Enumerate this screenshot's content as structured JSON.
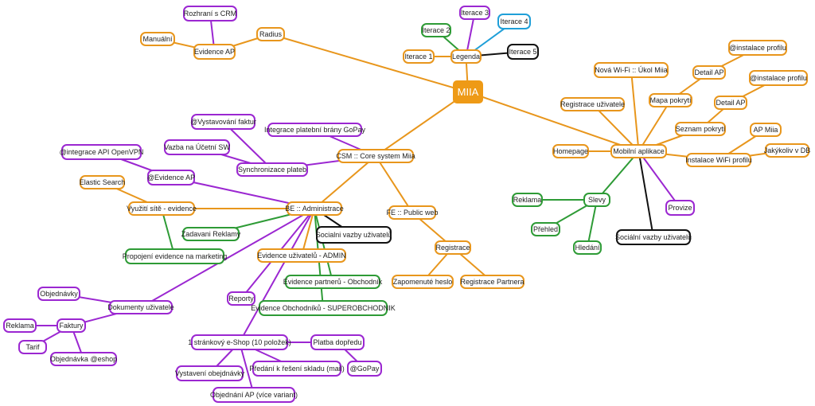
{
  "colors": {
    "orange": "#e8961c",
    "purple": "#9b27d1",
    "green": "#2e9b36",
    "blue": "#1f9fd8",
    "black": "#111111",
    "root_fill": "#ee9a16"
  },
  "root": {
    "id": "miia",
    "label": "MIIA"
  },
  "nodes": [
    {
      "id": "legenda",
      "label": "Legenda",
      "color": "orange"
    },
    {
      "id": "iterace1",
      "label": "Iterace 1",
      "color": "orange"
    },
    {
      "id": "iterace2",
      "label": "Iterace 2",
      "color": "green"
    },
    {
      "id": "iterace3",
      "label": "Iterace 3",
      "color": "purple"
    },
    {
      "id": "iterace4",
      "label": "Iterace 4",
      "color": "blue"
    },
    {
      "id": "iterace5",
      "label": "Iterace 5",
      "color": "black"
    },
    {
      "id": "radius",
      "label": "Radius",
      "color": "orange"
    },
    {
      "id": "evidence_ap_top",
      "label": "Evidence AP",
      "color": "orange"
    },
    {
      "id": "manualni",
      "label": "Manuální",
      "color": "orange"
    },
    {
      "id": "rozhrani_crm",
      "label": "Rozhraní s CRM",
      "color": "purple"
    },
    {
      "id": "csm",
      "label": "CSM :: Core system Miia",
      "color": "orange"
    },
    {
      "id": "integrace_gopay",
      "label": "Integrace platební brány GoPay",
      "color": "purple"
    },
    {
      "id": "synchronizace",
      "label": "Synchronizace  plateb",
      "color": "purple"
    },
    {
      "id": "vystavovani",
      "label": "@Vystavování faktur",
      "color": "purple"
    },
    {
      "id": "vazba_ucetni",
      "label": "Vazba na Účetní SW",
      "color": "purple"
    },
    {
      "id": "fe_public",
      "label": "FE :: Public web",
      "color": "orange"
    },
    {
      "id": "registrace_fe",
      "label": "Registrace",
      "color": "orange"
    },
    {
      "id": "zapomenute",
      "label": "Zapomenuté heslo",
      "color": "orange"
    },
    {
      "id": "registrace_partnera",
      "label": "Registrace Partnera",
      "color": "orange"
    },
    {
      "id": "be_admin",
      "label": "BE :: Administrace",
      "color": "orange"
    },
    {
      "id": "evidence_ap_be",
      "label": "@Evidence AP",
      "color": "purple"
    },
    {
      "id": "integrace_openvpn",
      "label": "@integrace  API OpenVPN",
      "color": "purple"
    },
    {
      "id": "vyuziti_siti",
      "label": "Využití sítě - evidence",
      "color": "orange"
    },
    {
      "id": "elastic",
      "label": "Elastic Search",
      "color": "orange"
    },
    {
      "id": "zadavani_reklamy",
      "label": "Zadavani Reklamy",
      "color": "green"
    },
    {
      "id": "propojeni",
      "label": "Propojení evidence na marketing",
      "color": "green"
    },
    {
      "id": "socialni_be",
      "label": "Socialni vazby uživatelů",
      "color": "black"
    },
    {
      "id": "evidence_uzivatelu",
      "label": "Evidence uživatelů - ADMIN",
      "color": "orange"
    },
    {
      "id": "evidence_partneru",
      "label": "Evidence partnerů - Obchodník",
      "color": "green"
    },
    {
      "id": "evidence_obchodniku",
      "label": "Evidence Obchodníků - SUPEROBCHODNIK",
      "color": "green"
    },
    {
      "id": "reporty",
      "label": "Reporty",
      "color": "purple"
    },
    {
      "id": "dokumenty",
      "label": "Dokumenty uživatele",
      "color": "purple"
    },
    {
      "id": "objednavky",
      "label": "Objednávky",
      "color": "purple"
    },
    {
      "id": "faktury",
      "label": "Faktury",
      "color": "purple"
    },
    {
      "id": "reklama_left",
      "label": "Reklama",
      "color": "purple"
    },
    {
      "id": "tarif",
      "label": "Tarif",
      "color": "purple"
    },
    {
      "id": "objednavka_eshop",
      "label": "Objednávka @eshop",
      "color": "purple"
    },
    {
      "id": "eshop",
      "label": "1 stránkový e-Shop (10 položek)",
      "color": "purple"
    },
    {
      "id": "platba_dopredu",
      "label": "Platba dopředu",
      "color": "purple"
    },
    {
      "id": "gopay_small",
      "label": "@GoPay",
      "color": "purple"
    },
    {
      "id": "predani",
      "label": "Předání k řešení skladu (mail)",
      "color": "purple"
    },
    {
      "id": "vystaveni_obj",
      "label": "Vystavení obejdnávky",
      "color": "purple"
    },
    {
      "id": "objednani_ap",
      "label": "Objednání AP (více variant)",
      "color": "purple"
    },
    {
      "id": "mobilni",
      "label": "Mobilní aplikace",
      "color": "orange"
    },
    {
      "id": "nova_wifi",
      "label": "Nová Wi-Fi  :: Úkol Miia",
      "color": "orange"
    },
    {
      "id": "registrace_uziv",
      "label": "Registrace uživatele",
      "color": "orange"
    },
    {
      "id": "mapa_pokryti",
      "label": "Mapa pokrytí",
      "color": "orange"
    },
    {
      "id": "detail_ap1",
      "label": "Detail AP",
      "color": "orange"
    },
    {
      "id": "instalace_profilu1",
      "label": "@instalace profilu",
      "color": "orange"
    },
    {
      "id": "seznam_pokryti",
      "label": "Seznam pokrytí",
      "color": "orange"
    },
    {
      "id": "detail_ap2",
      "label": "Detail AP",
      "color": "orange"
    },
    {
      "id": "instalace_profilu2",
      "label": "@instalace profilu",
      "color": "orange"
    },
    {
      "id": "homepage",
      "label": "Homepage",
      "color": "orange"
    },
    {
      "id": "instalace_wifi",
      "label": "Instalace WiFi profilu",
      "color": "orange"
    },
    {
      "id": "ap_miia",
      "label": "AP Miia",
      "color": "orange"
    },
    {
      "id": "jakykoliv",
      "label": "Jakýkoliv v DB",
      "color": "orange"
    },
    {
      "id": "slevy",
      "label": "Slevy",
      "color": "green"
    },
    {
      "id": "reklama_right",
      "label": "Reklama",
      "color": "green"
    },
    {
      "id": "prehled",
      "label": "Přehled",
      "color": "green"
    },
    {
      "id": "hledani",
      "label": "Hledání",
      "color": "green"
    },
    {
      "id": "provize",
      "label": "Provize",
      "color": "purple"
    },
    {
      "id": "socialni_mobil",
      "label": "Sociální vazby uživatelů",
      "color": "black"
    }
  ],
  "edges": [
    [
      "miia",
      "legenda",
      "orange"
    ],
    [
      "legenda",
      "iterace1",
      "orange"
    ],
    [
      "legenda",
      "iterace2",
      "green"
    ],
    [
      "legenda",
      "iterace3",
      "purple"
    ],
    [
      "legenda",
      "iterace4",
      "blue"
    ],
    [
      "legenda",
      "iterace5",
      "black"
    ],
    [
      "miia",
      "radius",
      "orange"
    ],
    [
      "radius",
      "evidence_ap_top",
      "orange"
    ],
    [
      "evidence_ap_top",
      "manualni",
      "orange"
    ],
    [
      "evidence_ap_top",
      "rozhrani_crm",
      "purple"
    ],
    [
      "miia",
      "csm",
      "orange"
    ],
    [
      "csm",
      "integrace_gopay",
      "purple"
    ],
    [
      "csm",
      "synchronizace",
      "purple"
    ],
    [
      "synchronizace",
      "vystavovani",
      "purple"
    ],
    [
      "synchronizace",
      "vazba_ucetni",
      "purple"
    ],
    [
      "csm",
      "fe_public",
      "orange"
    ],
    [
      "fe_public",
      "registrace_fe",
      "orange"
    ],
    [
      "registrace_fe",
      "zapomenute",
      "orange"
    ],
    [
      "registrace_fe",
      "registrace_partnera",
      "orange"
    ],
    [
      "csm",
      "be_admin",
      "orange"
    ],
    [
      "be_admin",
      "evidence_ap_be",
      "purple"
    ],
    [
      "evidence_ap_be",
      "integrace_openvpn",
      "purple"
    ],
    [
      "be_admin",
      "vyuziti_siti",
      "orange"
    ],
    [
      "vyuziti_siti",
      "elastic",
      "orange"
    ],
    [
      "vyuziti_siti",
      "propojeni",
      "green"
    ],
    [
      "be_admin",
      "zadavani_reklamy",
      "green"
    ],
    [
      "be_admin",
      "socialni_be",
      "black"
    ],
    [
      "be_admin",
      "evidence_uzivatelu",
      "orange"
    ],
    [
      "be_admin",
      "evidence_partneru",
      "green"
    ],
    [
      "be_admin",
      "evidence_obchodniku",
      "green"
    ],
    [
      "be_admin",
      "reporty",
      "purple"
    ],
    [
      "be_admin",
      "dokumenty",
      "purple"
    ],
    [
      "be_admin",
      "eshop",
      "purple"
    ],
    [
      "dokumenty",
      "objednavky",
      "purple"
    ],
    [
      "dokumenty",
      "faktury",
      "purple"
    ],
    [
      "faktury",
      "reklama_left",
      "purple"
    ],
    [
      "faktury",
      "tarif",
      "purple"
    ],
    [
      "faktury",
      "objednavka_eshop",
      "purple"
    ],
    [
      "eshop",
      "platba_dopredu",
      "purple"
    ],
    [
      "platba_dopredu",
      "gopay_small",
      "purple"
    ],
    [
      "eshop",
      "predani",
      "purple"
    ],
    [
      "eshop",
      "vystaveni_obj",
      "purple"
    ],
    [
      "eshop",
      "objednani_ap",
      "purple"
    ],
    [
      "miia",
      "mobilni",
      "orange"
    ],
    [
      "mobilni",
      "nova_wifi",
      "orange"
    ],
    [
      "mobilni",
      "registrace_uziv",
      "orange"
    ],
    [
      "mobilni",
      "mapa_pokryti",
      "orange"
    ],
    [
      "mapa_pokryti",
      "detail_ap1",
      "orange"
    ],
    [
      "detail_ap1",
      "instalace_profilu1",
      "orange"
    ],
    [
      "mobilni",
      "seznam_pokryti",
      "orange"
    ],
    [
      "seznam_pokryti",
      "detail_ap2",
      "orange"
    ],
    [
      "detail_ap2",
      "instalace_profilu2",
      "orange"
    ],
    [
      "mobilni",
      "homepage",
      "orange"
    ],
    [
      "mobilni",
      "instalace_wifi",
      "orange"
    ],
    [
      "instalace_wifi",
      "ap_miia",
      "orange"
    ],
    [
      "instalace_wifi",
      "jakykoliv",
      "orange"
    ],
    [
      "mobilni",
      "slevy",
      "green"
    ],
    [
      "slevy",
      "reklama_right",
      "green"
    ],
    [
      "slevy",
      "prehled",
      "green"
    ],
    [
      "slevy",
      "hledani",
      "green"
    ],
    [
      "mobilni",
      "provize",
      "purple"
    ],
    [
      "mobilni",
      "socialni_mobil",
      "black"
    ]
  ]
}
